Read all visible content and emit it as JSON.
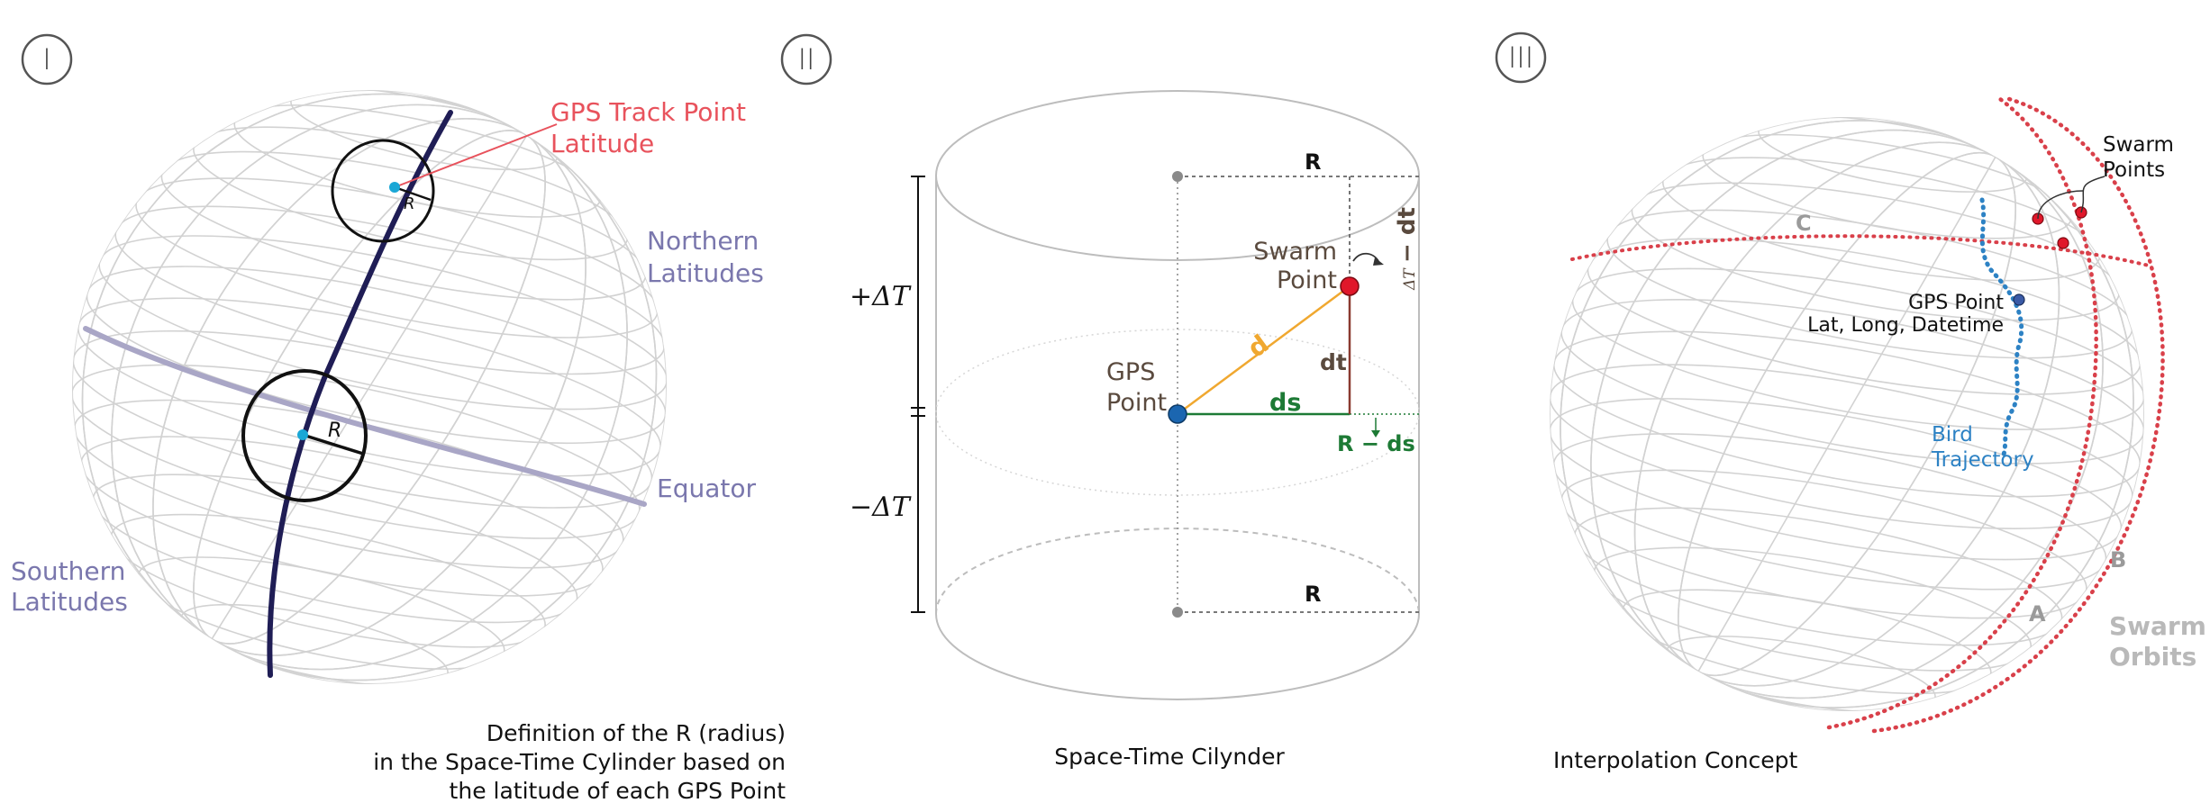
{
  "panel1": {
    "number": "I",
    "gps_label_line1": "GPS Track Point",
    "gps_label_line2": "Latitude",
    "northern_line1": "Northern",
    "northern_line2": "Latitudes",
    "equator": "Equator",
    "southern_line1": "Southern",
    "southern_line2": "Latitudes",
    "r_small": "R",
    "r_large": "R",
    "caption_line1": "Definition of the R (radius)",
    "caption_line2": "in the Space-Time Cylinder based on",
    "caption_line3": "the latitude of each GPS Point"
  },
  "panel2": {
    "number": "II",
    "r_top": "R",
    "r_bottom": "R",
    "plus_dt": "+ΔT",
    "minus_dt": "−ΔT",
    "swarm_line1": "Swarm",
    "swarm_line2": "Point",
    "gps_line1": "GPS",
    "gps_line2": "Point",
    "d": "d",
    "dt": "dt",
    "ds": "ds",
    "r_minus_ds": "R − ds",
    "delta_t_minus_dt_prefix": "ΔT",
    "delta_t_minus_dt_suffix": "− dt",
    "caption": "Space-Time Cilynder"
  },
  "panel3": {
    "number": "III",
    "swarm_points_line1": "Swarm",
    "swarm_points_line2": "Points",
    "c_label": "C",
    "gps_point_line1": "GPS Point",
    "gps_point_line2": "Lat, Long, Datetime",
    "bird_line1": "Bird",
    "bird_line2": "Trajectory",
    "b_label": "B",
    "a_label": "A",
    "swarm_orbits_line1": "Swarm",
    "swarm_orbits_line2": "Orbits",
    "caption": "Interpolation Concept"
  },
  "colors": {
    "grid": "#d2d2d2",
    "track": "#1f1d55",
    "equator": "#a9a6c6",
    "latitude_label": "#7a77ad",
    "gps_red": "#e8525c",
    "point_cyan": "#1aa7d6",
    "gps_blue": "#1b66b0",
    "swarm_red": "#e0172a",
    "d_orange": "#f0a830",
    "ds_green": "#1d7a35",
    "dt_brown": "#5a4a3e",
    "orbit_red": "#d9404a",
    "bird_blue": "#2d82c4",
    "muted_gray": "#b9b9b9"
  }
}
